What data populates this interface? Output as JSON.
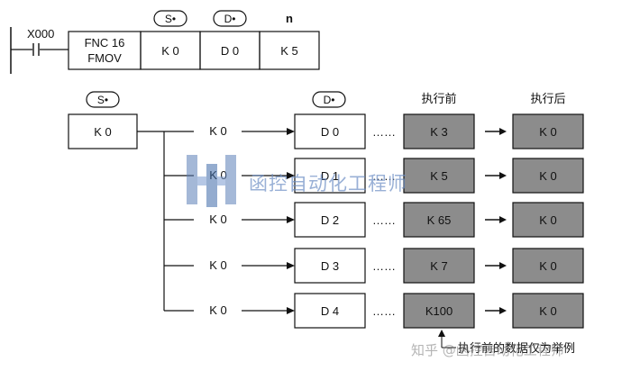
{
  "instruction": {
    "contact_label": "X000",
    "fnc_line1": "FNC 16",
    "fnc_line2": "FMOV",
    "s_operand": "K 0",
    "d_operand": "D 0",
    "n_operand": "K 5",
    "s_tag": "S•",
    "d_tag": "D•",
    "n_tag": "n"
  },
  "diagram": {
    "source_tag": "S•",
    "source_value": "K 0",
    "dest_tag": "D•",
    "header_before": "执行前",
    "header_after": "执行后",
    "ellipsis": "……",
    "rows": [
      {
        "k": "K 0",
        "dest": "D 0",
        "before": "K 3",
        "after": "K 0"
      },
      {
        "k": "K 0",
        "dest": "D 1",
        "before": "K 5",
        "after": "K 0"
      },
      {
        "k": "K 0",
        "dest": "D 2",
        "before": "K 65",
        "after": "K 0"
      },
      {
        "k": "K 0",
        "dest": "D 3",
        "before": "K 7",
        "after": "K 0"
      },
      {
        "k": "K 0",
        "dest": "D 4",
        "before": "K100",
        "after": "K 0"
      }
    ],
    "note": "执行前的数据仅为举例"
  },
  "watermark": {
    "center_text": "函控自动化工程师",
    "corner_text": "知乎 @函控自动化工程师"
  },
  "colors": {
    "before_fill": "#8c8c8c",
    "after_fill": "#8c8c8c",
    "line": "#111111",
    "watermark_blue": "#5b7fb8"
  }
}
